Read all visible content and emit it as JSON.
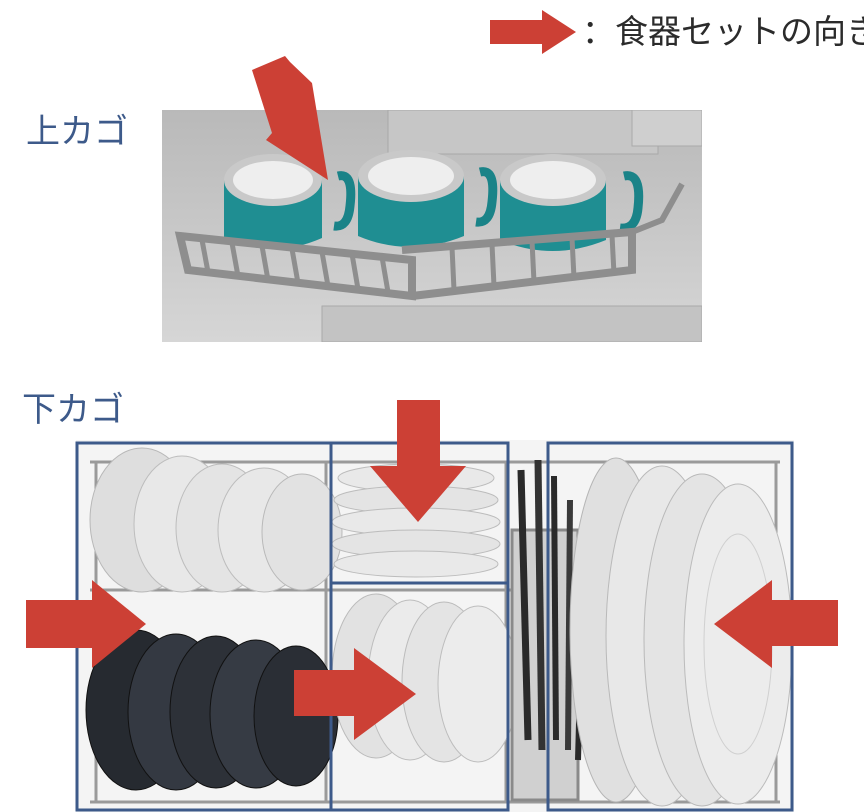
{
  "legend": {
    "text": "：食器セットの向き",
    "arrow_color": "#cc4035"
  },
  "upper_basket": {
    "label": "上カゴ",
    "items": [
      "mug",
      "mug",
      "mug"
    ],
    "mug_color": "#1f8e92"
  },
  "lower_basket": {
    "label": "下カゴ",
    "zones": [
      "bowls",
      "small-plates",
      "bowls-plates",
      "cutlery-basket",
      "large-plates"
    ],
    "frame_color": "#3d5a8a"
  },
  "colors": {
    "accent": "#cc4035",
    "label": "#3d5a8a",
    "rack": "#8e8e8e"
  }
}
